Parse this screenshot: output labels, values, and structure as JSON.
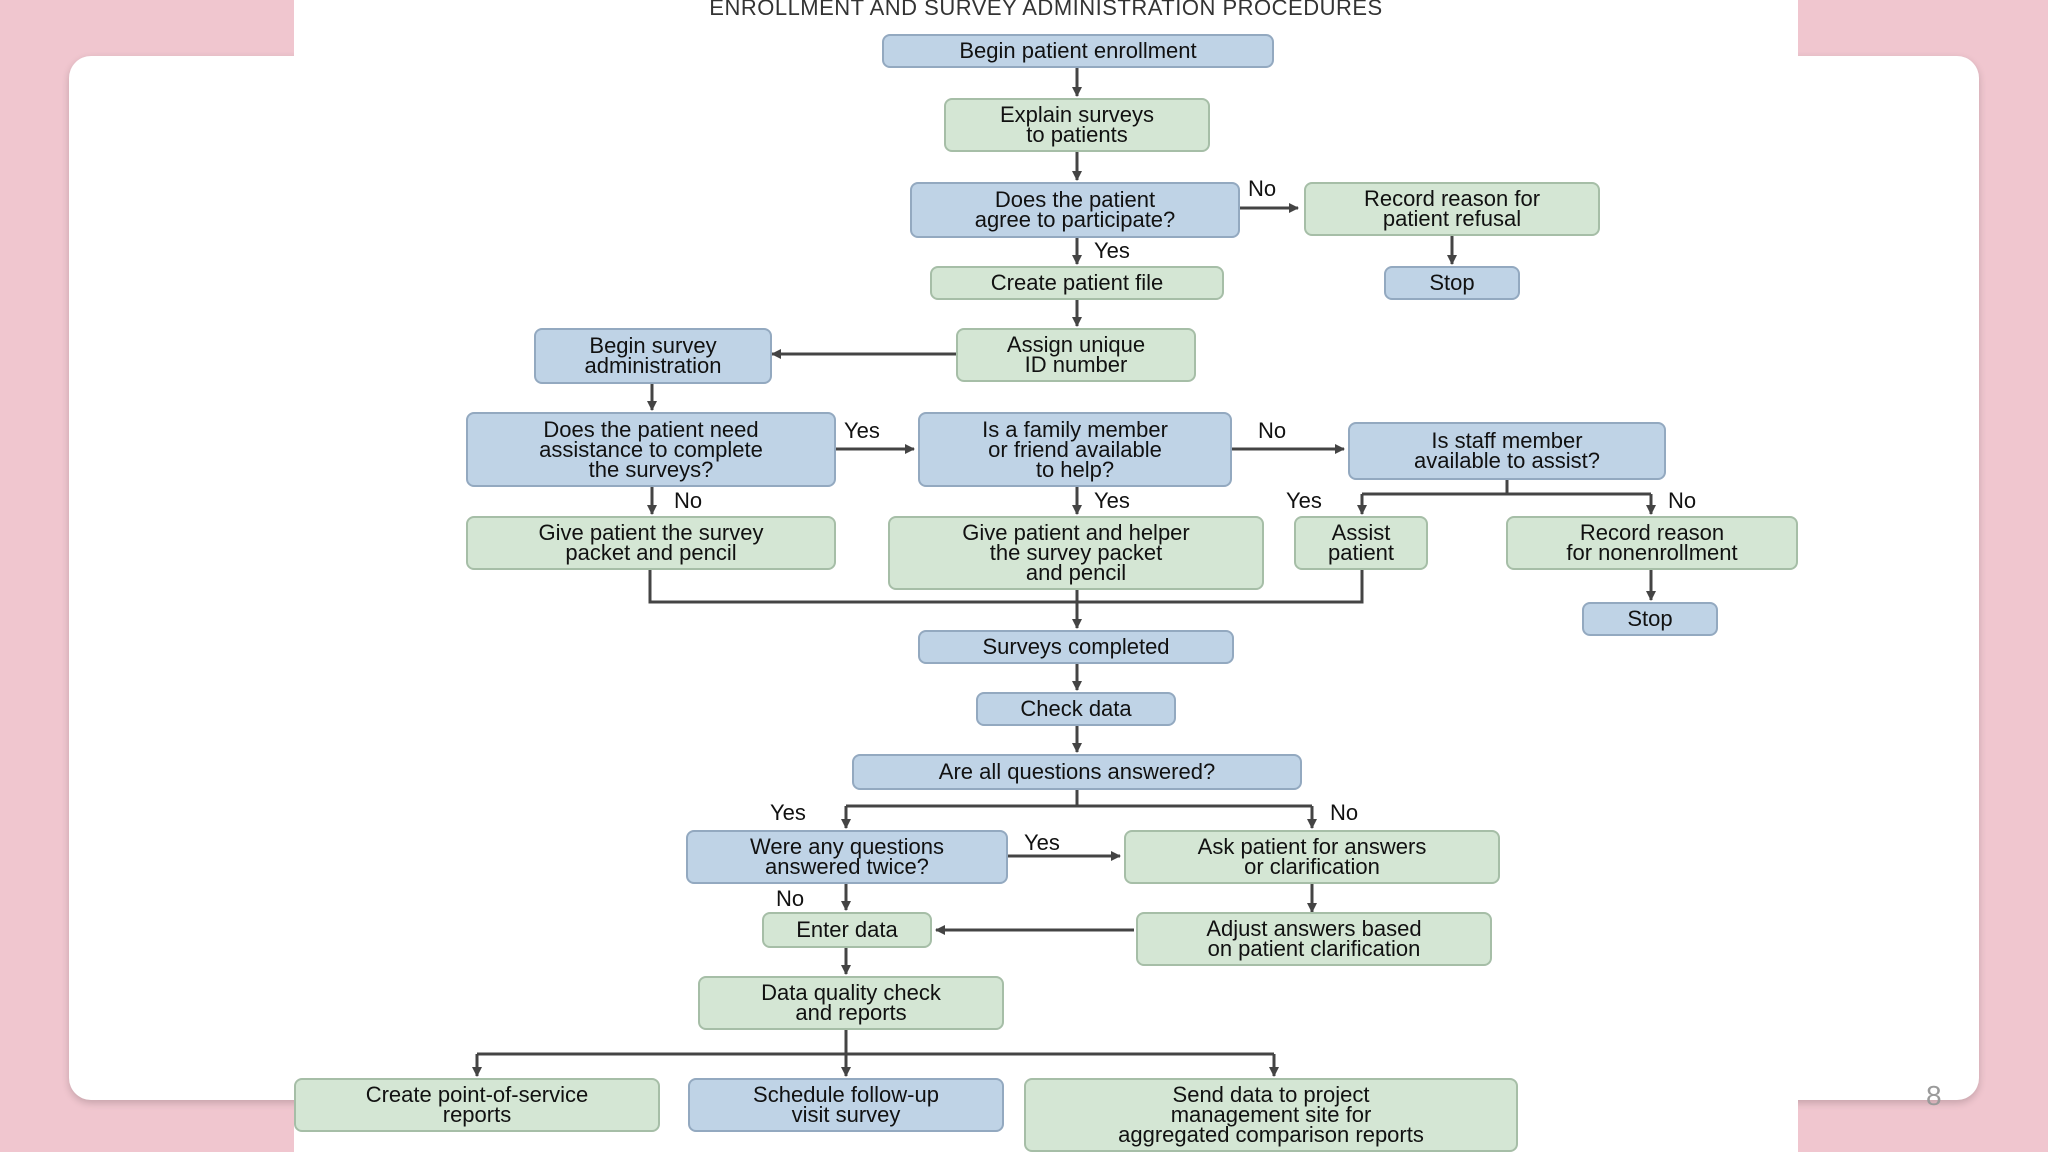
{
  "title": "ENROLLMENT AND SURVEY ADMINISTRATION PROCEDURES",
  "page_number": "8",
  "colors": {
    "background": "#f0c6cf",
    "decision_box": "#bfd3e6",
    "action_box": "#d4e6d4",
    "line": "#444444"
  },
  "nodes": {
    "begin_enrollment": "Begin patient enrollment",
    "explain_surveys": "Explain surveys\nto patients",
    "agree_participate": "Does the patient\nagree to participate?",
    "record_refusal": "Record reason for\npatient refusal",
    "stop_refusal": "Stop",
    "create_file": "Create patient file",
    "assign_id": "Assign unique\nID number",
    "begin_survey": "Begin survey\nadministration",
    "need_assistance": "Does the patient need\nassistance to complete\nthe surveys?",
    "family_available": "Is a family member\nor friend available\nto help?",
    "staff_available": "Is staff member\navailable to assist?",
    "give_patient": "Give patient the survey\npacket and pencil",
    "give_helper": "Give patient and helper\nthe survey packet\nand pencil",
    "assist_patient": "Assist\npatient",
    "record_nonenrollment": "Record reason\nfor nonenrollment",
    "stop_nonenrollment": "Stop",
    "surveys_completed": "Surveys completed",
    "check_data": "Check data",
    "all_answered": "Are all questions answered?",
    "answered_twice": "Were any questions\nanswered twice?",
    "ask_patient": "Ask patient for answers\nor clarification",
    "enter_data": "Enter data",
    "adjust_answers": "Adjust answers based\non patient clarification",
    "quality_check": "Data quality check\nand reports",
    "pos_reports": "Create point-of-service\nreports",
    "schedule_followup": "Schedule follow-up\nvisit survey",
    "send_data": "Send data to project\nmanagement site for\naggregated comparison reports"
  },
  "edge_labels": {
    "agree_no": "No",
    "agree_yes": "Yes",
    "assist_yes": "Yes",
    "assist_no": "No",
    "family_no": "No",
    "family_yes": "Yes",
    "staff_yes": "Yes",
    "staff_no": "No",
    "answered_yes": "Yes",
    "answered_no": "No",
    "twice_yes": "Yes",
    "twice_no": "No"
  }
}
